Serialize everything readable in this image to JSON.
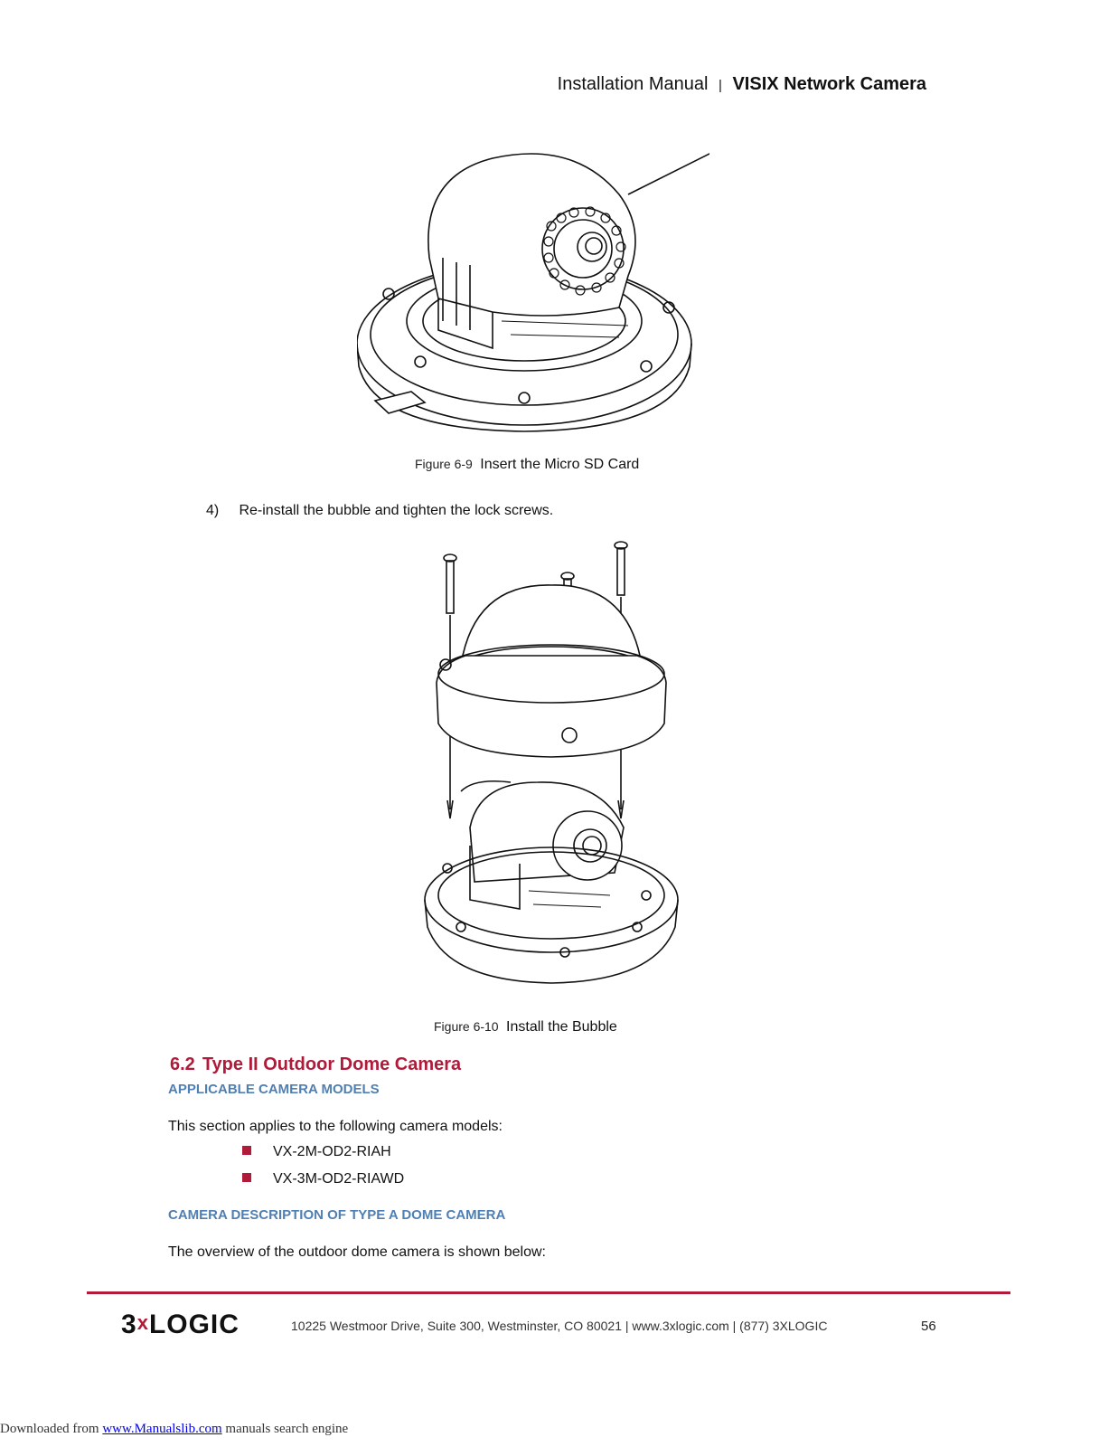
{
  "header": {
    "left": "Installation Manual",
    "separator": "|",
    "right": "VISIX Network Camera"
  },
  "figure1": {
    "label": "Figure 6-9",
    "caption": "Insert the Micro SD Card"
  },
  "step": {
    "number": "4)",
    "text": "Re-install the bubble and tighten the lock screws."
  },
  "figure2": {
    "label": "Figure 6-10",
    "caption": "Install the Bubble"
  },
  "section": {
    "number": "6.2",
    "title": "Type II Outdoor Dome Camera"
  },
  "applicable": {
    "heading": "APPLICABLE CAMERA MODELS",
    "intro": "This section applies to the following camera models:",
    "models": [
      "VX-2M-OD2-RIAH",
      "VX-3M-OD2-RIAWD"
    ]
  },
  "description": {
    "heading": "CAMERA DESCRIPTION OF TYPE A DOME CAMERA",
    "text": "The overview of the outdoor dome camera is shown below:"
  },
  "footer": {
    "logo_a": "3",
    "logo_x": "x",
    "logo_b": "LOGIC",
    "address": "10225 Westmoor Drive, Suite 300, Westminster, CO 80021 | www.3xlogic.com | (877) 3XLOGIC",
    "page": "56"
  },
  "download": {
    "prefix": "Downloaded from ",
    "link": "www.Manualslib.com",
    "suffix": "  manuals search engine"
  },
  "colors": {
    "accent": "#b01b3a",
    "subheading": "#4f7fb3"
  }
}
